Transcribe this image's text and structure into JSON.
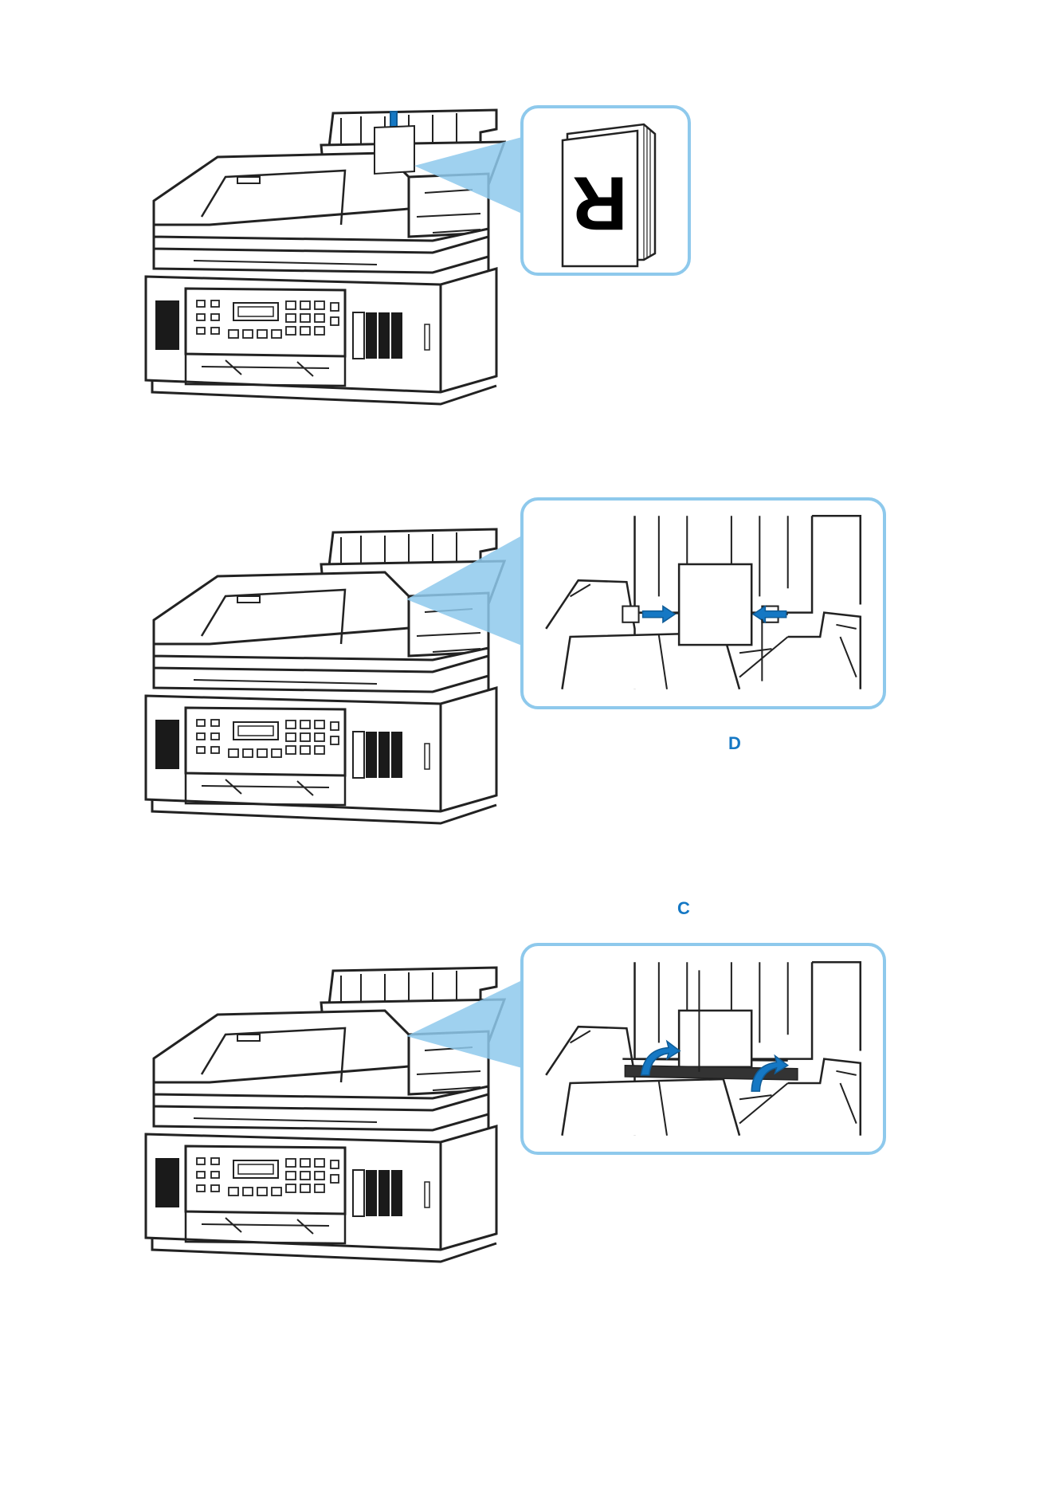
{
  "figure": {
    "step1": {
      "paper_glyph": "R",
      "arrow_icon": "down-arrow-icon"
    },
    "step2": {
      "label_guide": "D",
      "arrow_icon": "inward-arrows-icon"
    },
    "step3": {
      "label_cover": "C",
      "arrow_icon": "curved-arrows-icon"
    },
    "colors": {
      "accent": "#1578c4",
      "callout": "#8ec9ec",
      "line": "#222222",
      "dark": "#1a1a1a"
    }
  }
}
